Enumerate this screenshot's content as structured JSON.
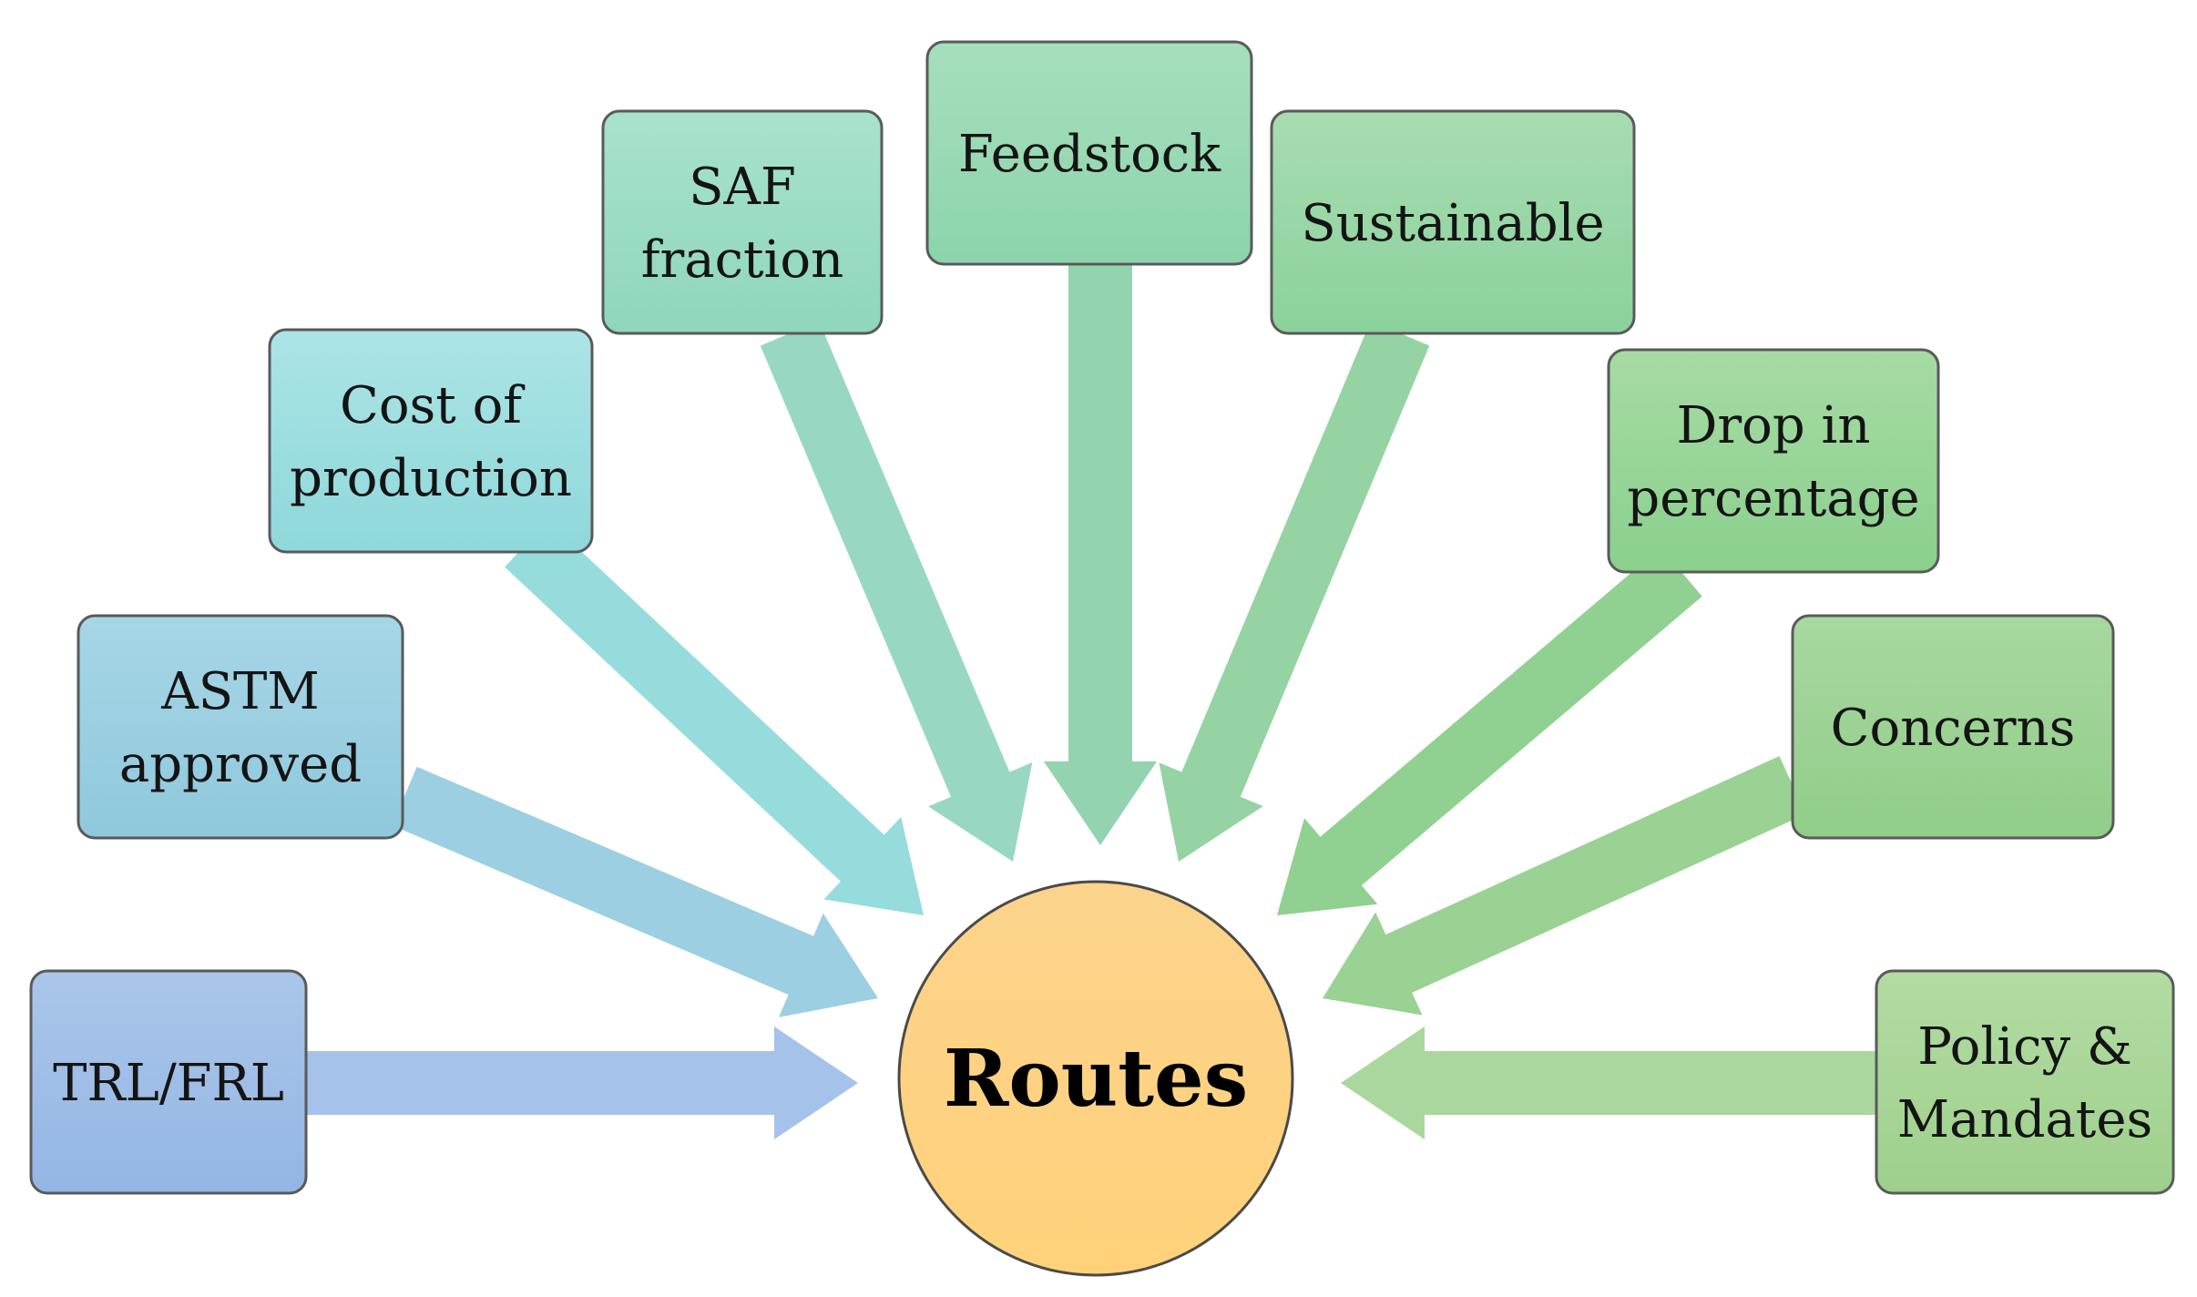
{
  "center": {
    "label": "Routes",
    "fill_top": "#fbd38c",
    "fill_bottom": "#ffd27a"
  },
  "nodes": [
    {
      "id": "trl-frl",
      "lines": [
        "TRL/FRL"
      ],
      "fill_top": "#aac6ea",
      "fill_bottom": "#94b6e4",
      "arrow": "#a5c3ea"
    },
    {
      "id": "astm-approved",
      "lines": [
        "ASTM",
        "approved"
      ],
      "fill_top": "#a6d6e6",
      "fill_bottom": "#8fc8dc",
      "arrow": "#9ccfe2"
    },
    {
      "id": "cost-of-production",
      "lines": [
        "Cost of",
        "production"
      ],
      "fill_top": "#ace4e6",
      "fill_bottom": "#8ed8da",
      "arrow": "#97dcdc"
    },
    {
      "id": "saf-fraction",
      "lines": [
        "SAF",
        "fraction"
      ],
      "fill_top": "#a8e2cc",
      "fill_bottom": "#8ed6bc",
      "arrow": "#98d8c2"
    },
    {
      "id": "feedstock",
      "lines": [
        "Feedstock"
      ],
      "fill_top": "#a6dfbc",
      "fill_bottom": "#8cd4ac",
      "arrow": "#93d3b0"
    },
    {
      "id": "sustainable",
      "lines": [
        "Sustainable"
      ],
      "fill_top": "#a8dcb0",
      "fill_bottom": "#8ad29c",
      "arrow": "#95d3a3"
    },
    {
      "id": "drop-in-percentage",
      "lines": [
        "Drop in",
        "percentage"
      ],
      "fill_top": "#a6dba4",
      "fill_bottom": "#8ad08c",
      "arrow": "#90d091"
    },
    {
      "id": "concerns",
      "lines": [
        "Concerns"
      ],
      "fill_top": "#a8d8a0",
      "fill_bottom": "#90ce88",
      "arrow": "#99d292"
    },
    {
      "id": "policy-mandates",
      "lines": [
        "Policy &",
        "Mandates"
      ],
      "fill_top": "#b2dca2",
      "fill_bottom": "#9ed08c",
      "arrow": "#aad79d"
    }
  ]
}
